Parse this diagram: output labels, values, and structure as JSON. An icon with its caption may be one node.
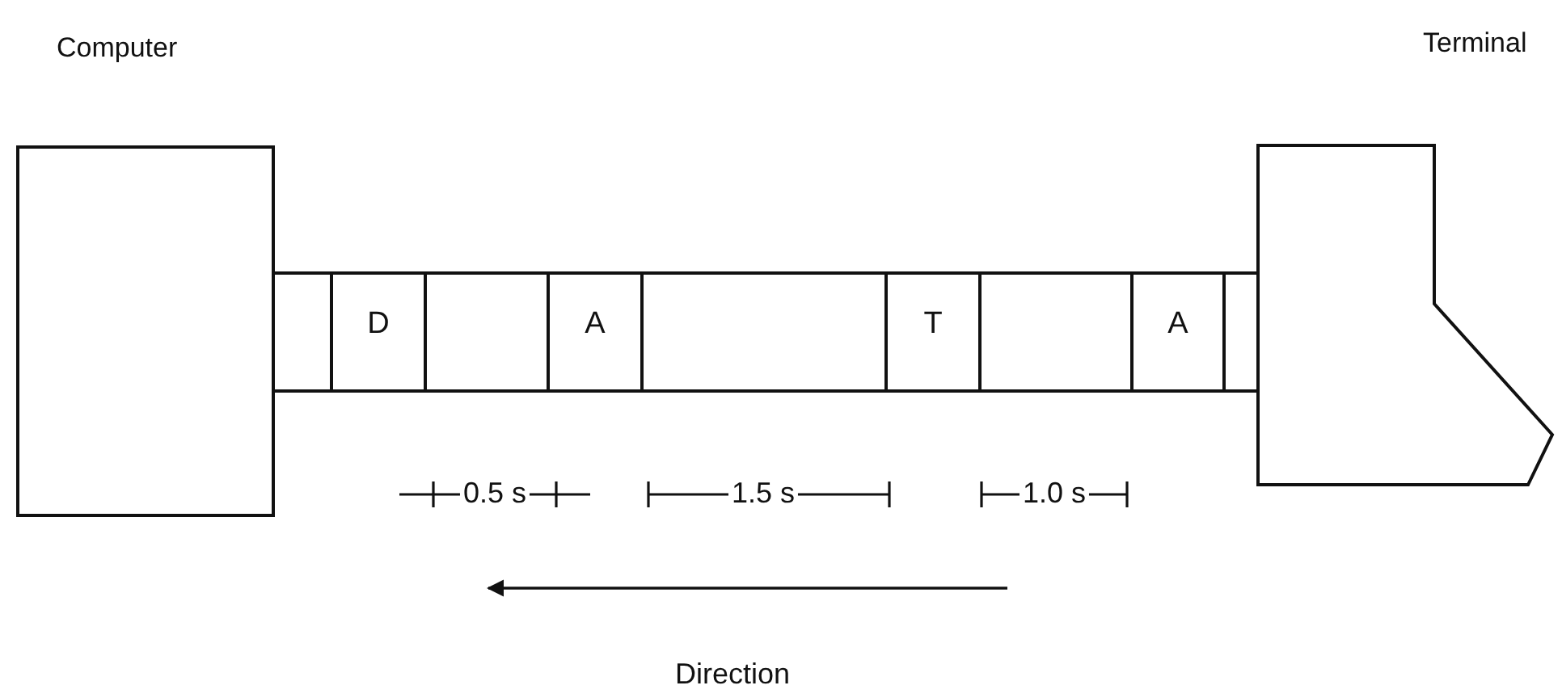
{
  "diagram": {
    "nodes": [
      {
        "text": [
          "Computer"
        ]
      },
      {
        "text": [
          "Terminal"
        ]
      },
      {
        "text": [],
        "shape": "box"
      },
      {
        "text": [
          "D"
        ]
      },
      {
        "text": [],
        "shape": "box"
      },
      {
        "text": [
          "A"
        ]
      },
      {
        "text": [],
        "shape": "box"
      },
      {
        "text": [
          "T"
        ]
      },
      {
        "text": [],
        "shape": "box"
      },
      {
        "text": [
          "A"
        ]
      },
      {
        "text": [],
        "shape": "box"
      }
    ],
    "labels": [
      "0.5 s",
      "1.5 s",
      "1.0 s",
      "Direction"
    ]
  }
}
